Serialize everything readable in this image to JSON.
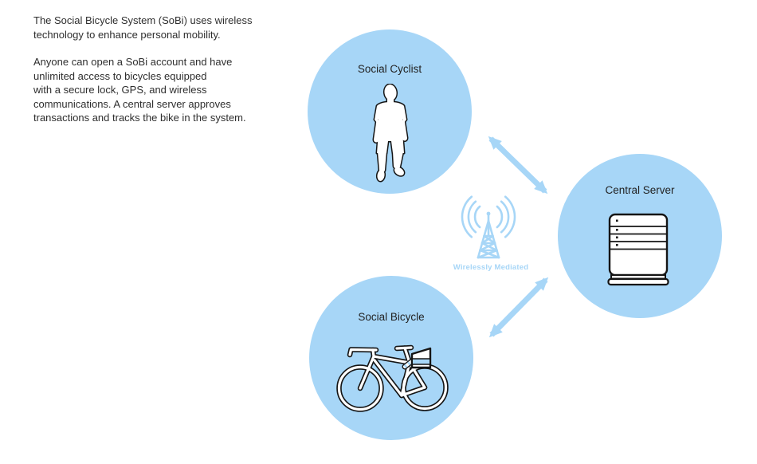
{
  "intro": {
    "para1": "The Social Bicycle System (SoBi) uses wireless\ntechnology to enhance personal mobility.",
    "para2": "Anyone can open a SoBi account and have\nunlimited access to bicycles equipped\nwith a secure lock, GPS, and wireless\ncommunications. A central server approves\ntransactions and tracks the bike in the system."
  },
  "nodes": {
    "cyclist": {
      "label": "Social Cyclist",
      "icon": "walking-person-icon"
    },
    "server": {
      "label": "Central Server",
      "icon": "server-tower-icon"
    },
    "bicycle": {
      "label": "Social Bicycle",
      "icon": "bicycle-icon"
    }
  },
  "hub": {
    "label": "Wirelessly Mediated",
    "icon": "radio-tower-icon"
  },
  "connections": [
    {
      "from": "Social Cyclist",
      "to": "Central Server",
      "bidirectional": true
    },
    {
      "from": "Social Bicycle",
      "to": "Central Server",
      "bidirectional": true
    }
  ],
  "colors": {
    "bubble_blue": "#a7d6f7",
    "accent_blue": "#a7d6f7",
    "outline_black": "#151515",
    "text_dark": "#2e2e2e",
    "background": "#ffffff"
  }
}
